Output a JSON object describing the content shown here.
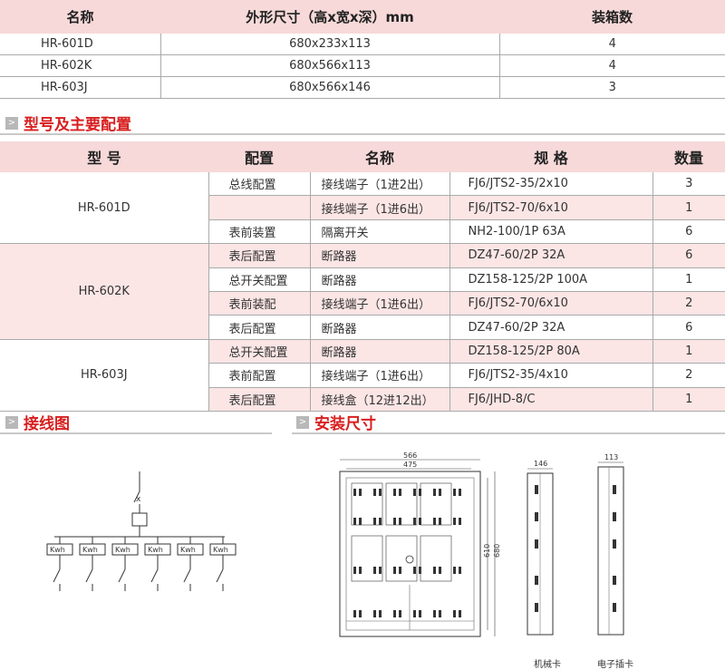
{
  "dims_table": {
    "headers": [
      "名称",
      "外形尺寸（高x宽x深）mm",
      "装箱数"
    ],
    "rows": [
      [
        "HR-601D",
        "680x233x113",
        "4"
      ],
      [
        "HR-602K",
        "680x566x113",
        "4"
      ],
      [
        "HR-603J",
        "680x566x146",
        "3"
      ]
    ]
  },
  "section_config": {
    "icon": "arrow-icon",
    "title": "型号及主要配置"
  },
  "config_table": {
    "headers": [
      "型  号",
      "配置",
      "名称",
      "规  格",
      "数量"
    ],
    "models": [
      "HR-601D",
      "HR-602K",
      "HR-603J"
    ],
    "rows": [
      [
        "总线配置",
        "接线端子（1进2出）",
        "FJ6/JTS2-35/2x10",
        "3"
      ],
      [
        "",
        "接线端子（1进6出）",
        "FJ6/JTS2-70/6x10",
        "1"
      ],
      [
        "表前装置",
        "隔离开关",
        "NH2-100/1P 63A",
        "6"
      ],
      [
        "表后配置",
        "断路器",
        "DZ47-60/2P 32A",
        "6"
      ],
      [
        "总开关配置",
        "断路器",
        "DZ158-125/2P 100A",
        "1"
      ],
      [
        "表前装配",
        "接线端子（1进6出）",
        "FJ6/JTS2-70/6x10",
        "2"
      ],
      [
        "表后配置",
        "断路器",
        "DZ47-60/2P 32A",
        "6"
      ],
      [
        "总开关配置",
        "断路器",
        "DZ158-125/2P 80A",
        "1"
      ],
      [
        "表前配置",
        "接线端子（1进6出）",
        "FJ6/JTS2-35/4x10",
        "2"
      ],
      [
        "表后配置",
        "接线盒（12进12出）",
        "FJ6/JHD-8/C",
        "1"
      ]
    ]
  },
  "section_wiring": {
    "icon": "arrow-icon",
    "title": "接线图"
  },
  "section_install": {
    "icon": "arrow-icon",
    "title": "安装尺寸"
  },
  "wiring": {
    "meter_label": "Kwh",
    "meter_count": 6,
    "switch_mark": "x"
  },
  "install": {
    "dim_566": "566",
    "dim_475": "475",
    "dim_610": "610",
    "dim_680": "680",
    "dim_146": "146",
    "dim_113": "113",
    "caption_mech": "机械卡",
    "caption_elec": "电子插卡"
  },
  "colors": {
    "accent": "#d81f1f",
    "header_bg": "#f7d9d9",
    "pink_row": "#fbe5e5"
  }
}
